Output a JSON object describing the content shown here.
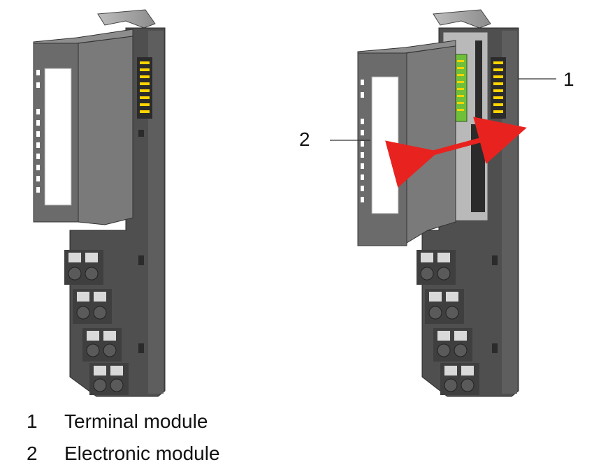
{
  "figure": {
    "callouts": [
      {
        "number": "1",
        "label": "Terminal module"
      },
      {
        "number": "2",
        "label": "Electronic module"
      }
    ],
    "colors": {
      "housing_dark": "#4f4f4f",
      "housing_mid": "#6b6b6b",
      "housing_light": "#8a8a8a",
      "label_field": "#ffffff",
      "pins": "#ffd400",
      "green_contact": "#6fbf3a",
      "arrow": "#e8231f"
    }
  }
}
